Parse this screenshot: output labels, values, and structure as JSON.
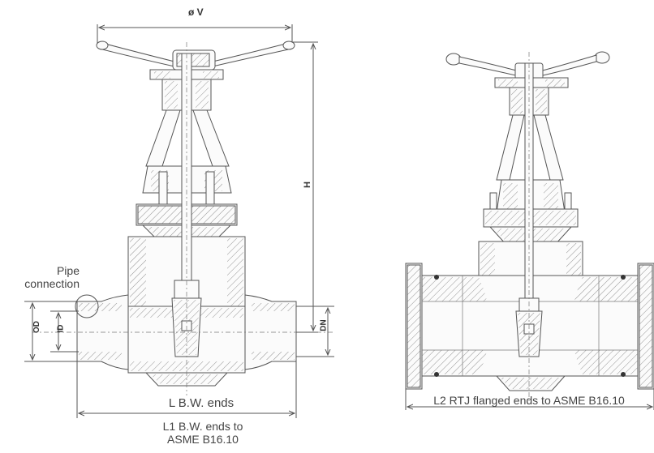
{
  "left_drawing": {
    "dim_v": "ø V",
    "dim_h": "H",
    "dim_od": "OD",
    "dim_id": "ID",
    "dim_dn": "DN",
    "pipe_label_line1": "Pipe",
    "pipe_label_line2": "connection",
    "l_label": "L B.W. ends",
    "l1_label_line1": "L1 B.W. ends to",
    "l1_label_line2": "ASME B16.10"
  },
  "right_drawing": {
    "l2_label": "L2 RTJ flanged ends to ASME B16.10"
  }
}
